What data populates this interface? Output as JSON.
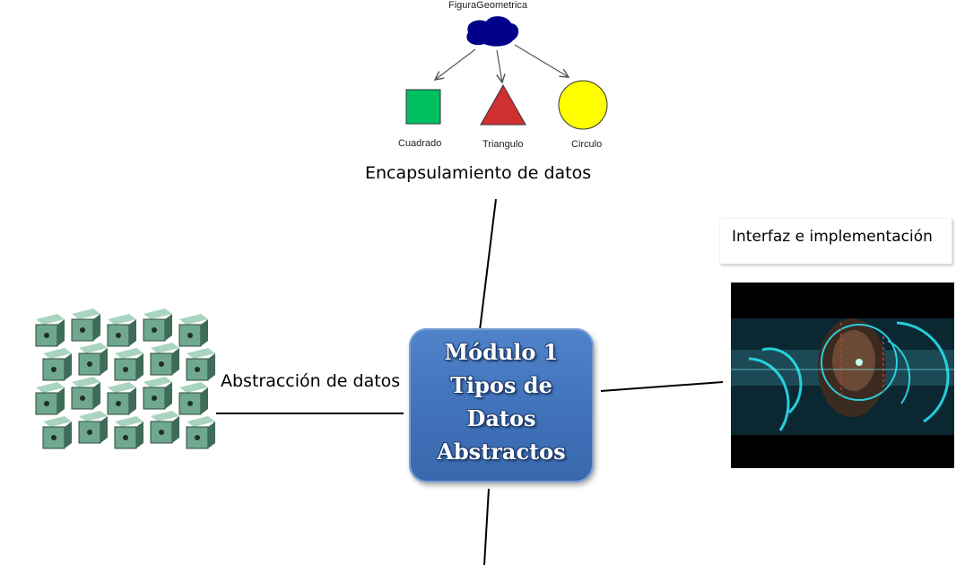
{
  "central_node": {
    "title": "Módulo 1\nTipos de\nDatos\nAbstractos",
    "color": "#4a7ec4"
  },
  "hierarchy": {
    "root_label": "FiguraGeometrica",
    "root_color": "#00008b",
    "children": [
      {
        "label": "Cuadrado",
        "color": "#00c060"
      },
      {
        "label": "Triangulo",
        "color": "#d03030"
      },
      {
        "label": "Circulo",
        "color": "#ffff00"
      }
    ]
  },
  "branches": {
    "top": {
      "label": "Encapsulamiento de datos"
    },
    "left": {
      "label": "Abstracción de datos"
    },
    "right": {
      "label": "Interfaz e implementación"
    }
  }
}
